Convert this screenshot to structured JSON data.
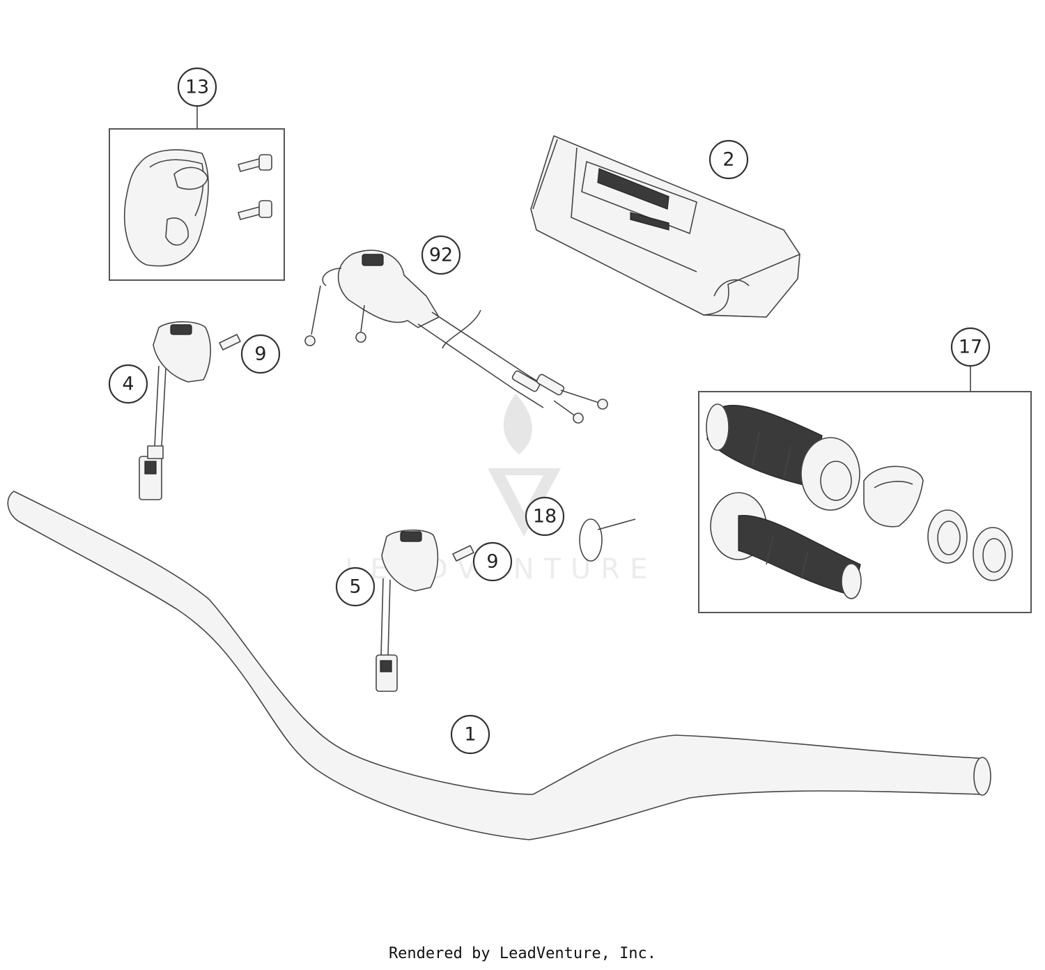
{
  "callouts": {
    "c1": "1",
    "c2": "2",
    "c4": "4",
    "c5": "5",
    "c9a": "9",
    "c9b": "9",
    "c13": "13",
    "c17": "17",
    "c18": "18",
    "c92": "92"
  },
  "watermark": "LEADVENTURE",
  "footer": "Rendered by LeadVenture, Inc.",
  "colors": {
    "line": "#444444",
    "background": "#ffffff",
    "grip": "#3a3a3a"
  }
}
